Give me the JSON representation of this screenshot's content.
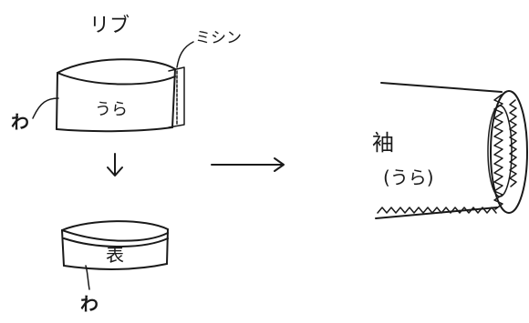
{
  "labels": {
    "rib": "リブ",
    "sewing": "ミシン",
    "fold_top": "わ",
    "inside": "うら",
    "outside": "表",
    "fold_bottom": "わ",
    "sleeve": "袖",
    "sleeve_inside": "(うら)"
  }
}
